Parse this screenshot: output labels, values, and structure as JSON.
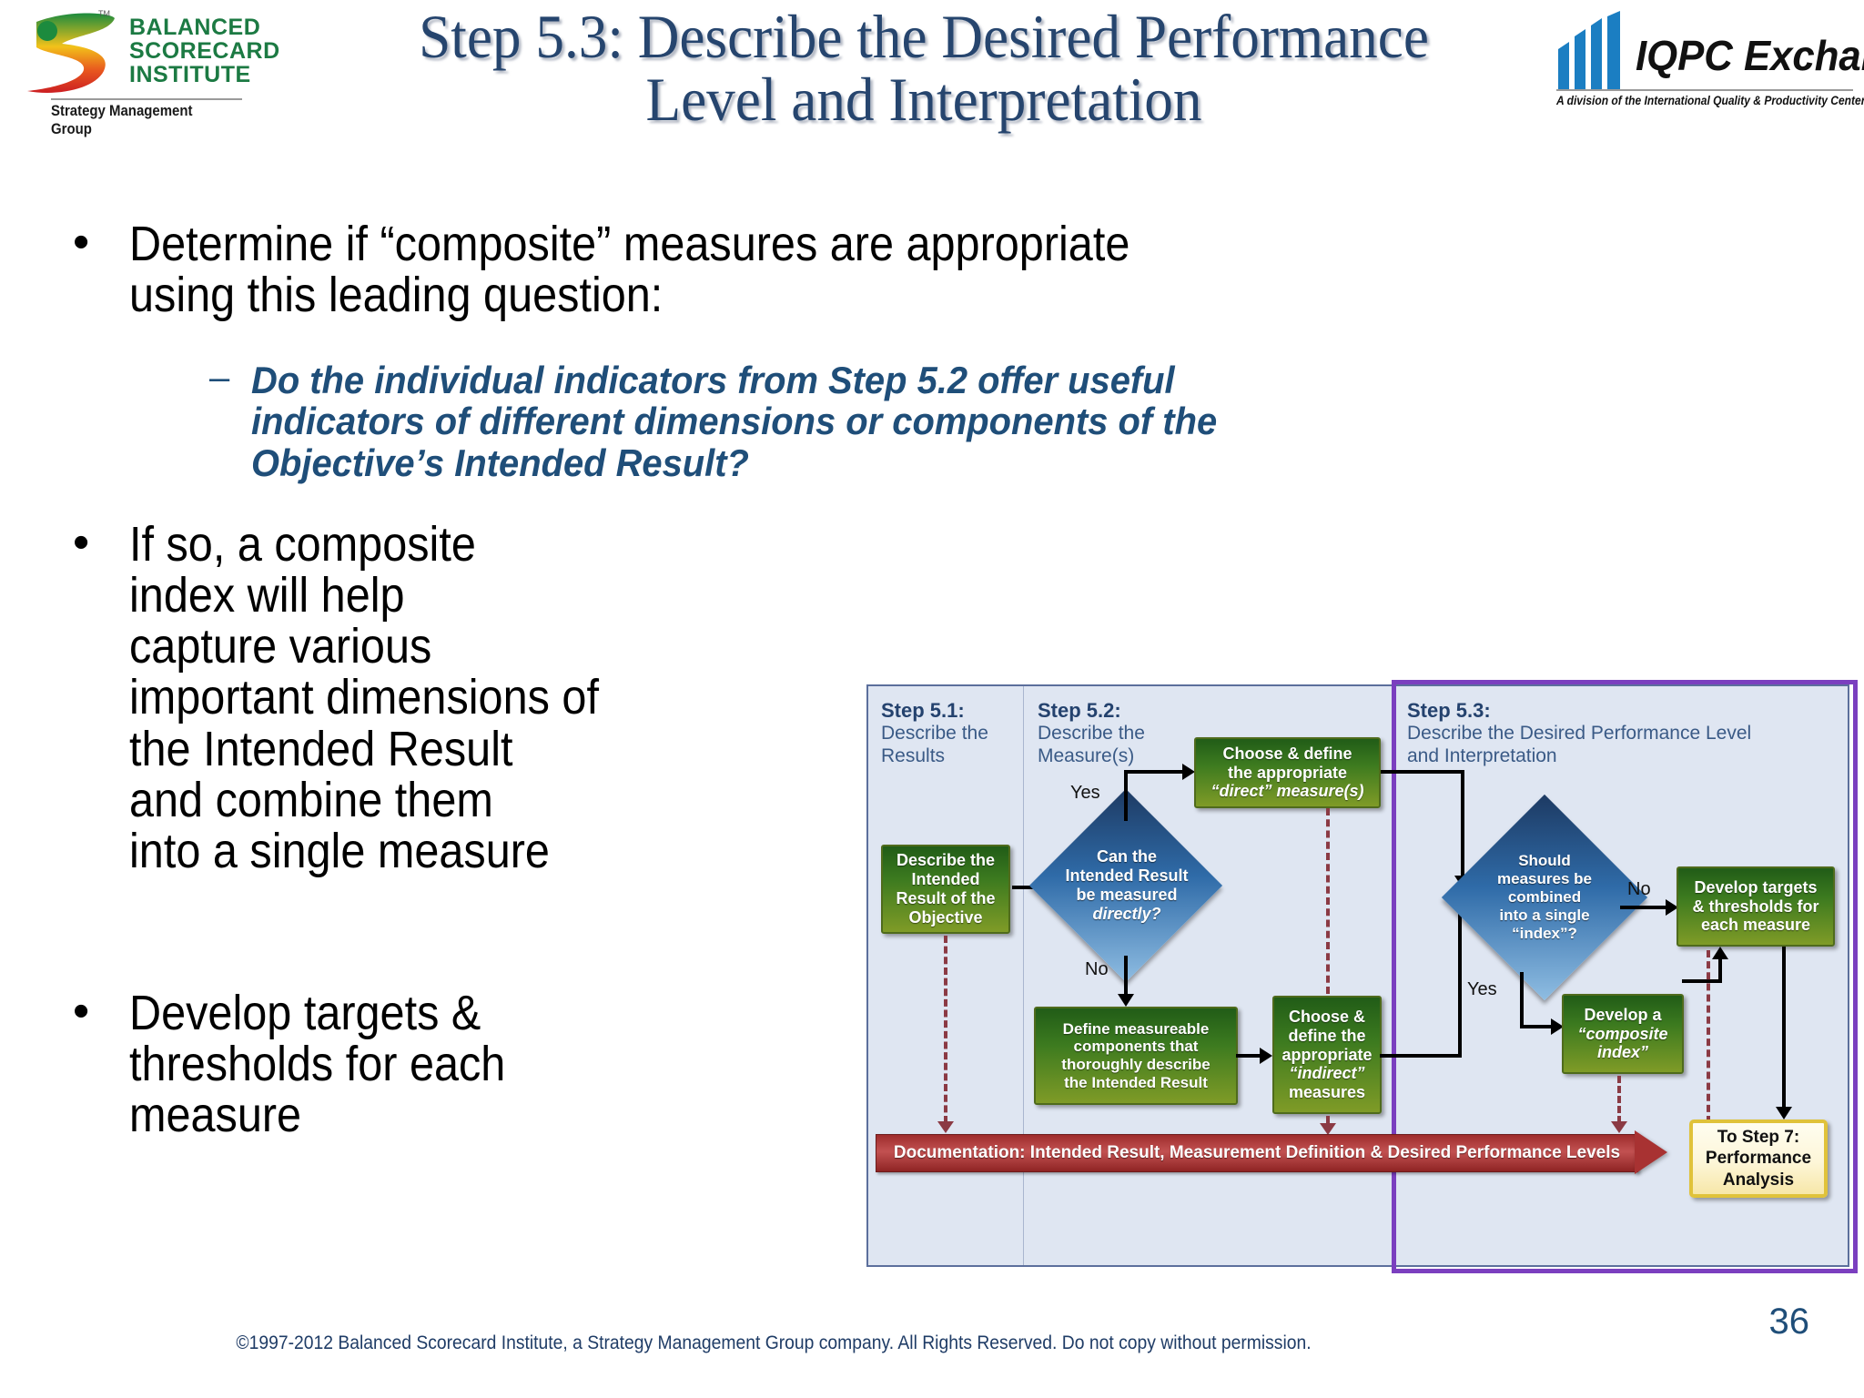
{
  "brand": {
    "bsi": {
      "line1": "BALANCED",
      "line2": "SCORECARD",
      "line3": "INSTITUTE",
      "tm": "TM",
      "tagline": "Strategy Management Group"
    },
    "iqpc": {
      "name": "IQPC Exchange",
      "tagline": "A division of the International  Quality & Productivity Center"
    }
  },
  "title": "Step 5.3: Describe the Desired Performance Level and Interpretation",
  "bullets": {
    "b1": {
      "mark": "•",
      "text": "Determine if “composite” measures are appropriate\nusing this leading question:"
    },
    "sub1": {
      "mark": "–",
      "text": "Do the individual indicators from Step 5.2 offer useful\nindicators of different dimensions or components of the\nObjective’s Intended Result?"
    },
    "b2": {
      "mark": "•",
      "text": "If so, a composite\nindex will help\ncapture various\nimportant dimensions of\nthe Intended Result\nand combine them\ninto a single measure"
    },
    "b3": {
      "mark": "•",
      "text": "Develop targets &\nthresholds for each\nmeasure"
    }
  },
  "diagram": {
    "columns": [
      {
        "title": "Step 5.1:",
        "sub": "Describe the\nResults"
      },
      {
        "title": "Step 5.2:",
        "sub": "Describe the\nMeasure(s)"
      },
      {
        "title": "Step 5.3:",
        "sub": "Describe the Desired Performance Level\nand Interpretation"
      }
    ],
    "nodes": {
      "describe_intended_result": "Describe the\nIntended\nResult of the\nObjective",
      "diamond_direct_1": "Can the",
      "diamond_direct_2": "Intended Result",
      "diamond_direct_3": "be measured",
      "diamond_direct_4": "directly?",
      "choose_direct_1": "Choose & define",
      "choose_direct_2": "the appropriate",
      "choose_direct_3": "“direct” measure(s)",
      "define_components": "Define measureable\ncomponents that\nthoroughly describe\nthe Intended Result",
      "choose_indirect_1": "Choose &",
      "choose_indirect_2": "define the",
      "choose_indirect_3": "appropriate",
      "choose_indirect_4": "“indirect”",
      "choose_indirect_5": "measures",
      "diamond_index_1": "Should",
      "diamond_index_2": "measures be",
      "diamond_index_3": "combined",
      "diamond_index_4": "into a single",
      "diamond_index_5": "“index”?",
      "develop_targets": "Develop  targets\n& thresholds for\neach measure",
      "develop_composite_1": "Develop a",
      "develop_composite_2": "“composite",
      "develop_composite_3": "index”",
      "to_step_7": "To Step 7:\nPerformance\nAnalysis",
      "documentation_banner": "Documentation: Intended Result, Measurement Definition & Desired Performance Levels"
    },
    "edge_labels": {
      "yes_direct": "Yes",
      "no_direct": "No",
      "no_index": "No",
      "yes_index": "Yes"
    },
    "colors": {
      "panel_bg": "#dfe6f2",
      "panel_border": "#5c6f9c",
      "step53_highlight": "#7b3fbf",
      "green_box": "#3c7a1f",
      "diamond_blue": "#2f6ba8",
      "banner_red": "#a83232",
      "yellow_box": "#e0c23a",
      "dashed_line": "#8b3a44"
    }
  },
  "footer": {
    "copyright": "©1997-2012 Balanced Scorecard Institute, a Strategy Management Group company. All Rights Reserved. Do not copy without permission.",
    "page_number": "36"
  }
}
